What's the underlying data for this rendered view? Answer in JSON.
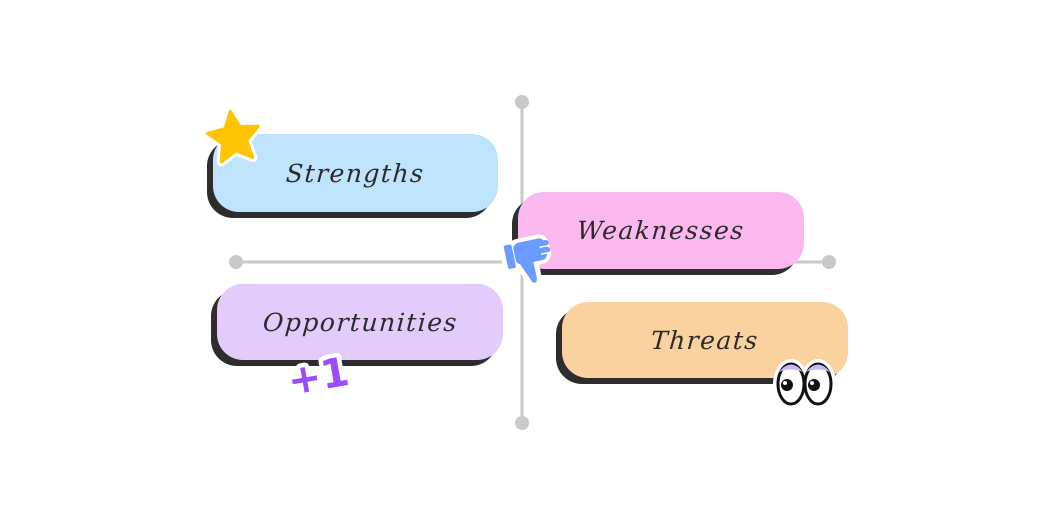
{
  "quadrants": {
    "strengths": {
      "label": "Strengths",
      "color": "#bfe3fb"
    },
    "weaknesses": {
      "label": "Weaknesses",
      "color": "#fbb8ee"
    },
    "opportunities": {
      "label": "Opportunities",
      "color": "#e3cbfc"
    },
    "threats": {
      "label": "Threats",
      "color": "#f9d29f"
    }
  },
  "stickers": {
    "star": "star-icon",
    "thumbs_down": "thumbs-down-icon",
    "plus_one": {
      "icon": "plus-one-icon",
      "text": "+1",
      "color": "#9a4cff"
    },
    "eyes": "eyes-icon"
  },
  "colors": {
    "axis": "#c9c9c9",
    "shadow": "#2d2d2d",
    "star": "#ffc400",
    "thumb": "#6a9cff"
  }
}
